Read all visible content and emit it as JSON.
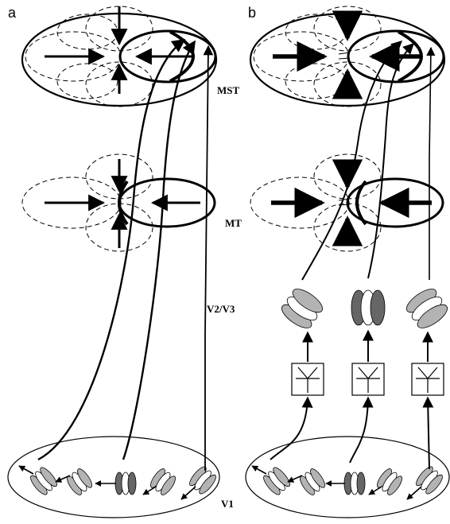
{
  "panels": [
    {
      "letter": "a"
    },
    {
      "letter": "b"
    }
  ],
  "area_labels": {
    "mst": "MST",
    "mt": "MT",
    "v2v3": "V2/V3",
    "v1": "V1"
  },
  "colors": {
    "ink": "#000000",
    "dark_gray_filter": "#666666",
    "light_gray_filter": "#b3b3b3",
    "background": "#ffffff"
  },
  "icons": {
    "arrow": "arrow-icon",
    "orientation_filter": "gabor-filter-icon",
    "nonlinear_unit": "rectifier-box-icon"
  }
}
